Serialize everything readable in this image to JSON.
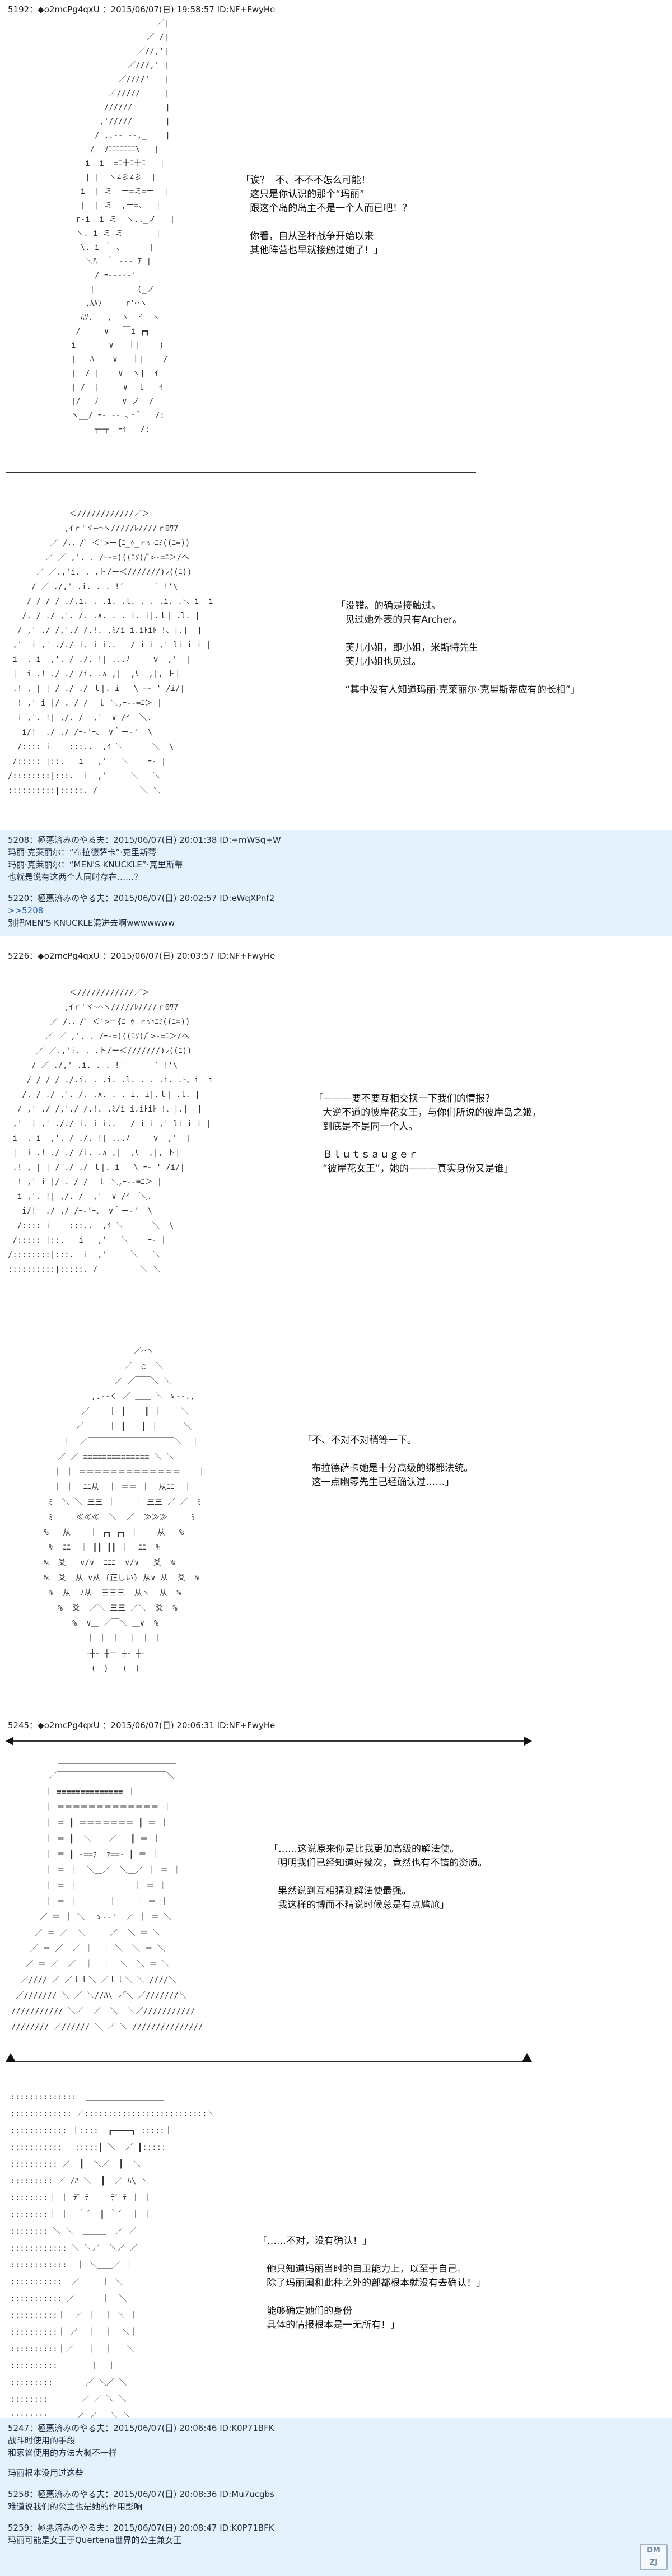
{
  "posts": [
    {
      "header": "5192：◆o2mcPg4qxU ：2015/06/07(日) 19:58:57 ID:NF+FwyHe",
      "dialogue": "「诶？  不、不不不怎么可能！\n   这只是你认识的那个“玛丽”\n   跟这个岛的岛主不是一个人而已吧！？\n\n   你看，自从圣杯战争开始以来\n   其他阵营也早就接触过她了！」"
    },
    {
      "dialogue": "「没错。的确是接触过。\n   见过她外表的只有Archer。\n\n   芙儿小姐，即小姐，米斯特先生\n   芙儿小姐也见过。\n\n   “其中没有人知道玛丽·克莱丽尔·克里斯蒂应有的长相”」"
    },
    {
      "dialogue": "「———要不要互相交换一下我们的情报？\n   大逆不道的彼岸花女王，与你们所说的彼岸岛之姬，\n   到底是不是同一个人。\n\n   Ｂｌｕｔｓａｕｇｅｒ\n   “彼岸花女王”，她的———真实身份又是谁」"
    },
    {
      "dialogue": "「不、不对不对稍等一下。\n\n   布拉德萨卡她是十分高级的绑都法统。\n   这一点幽零先生已经确认过……」"
    },
    {
      "header": "5245：◆o2mcPg4qxU ：2015/06/07(日) 20:06:31 ID:NF+FwyHe",
      "dialogue": "「……这说原来你是比我更加高级的解法使。\n   明明我们已经知道好幾次，竟然也有不错的资质。\n\n   果然说到互相猜测解法使最强。\n   我这样的博而不精说时候总是有点尴尬」"
    },
    {
      "dialogue": "「……不对，没有确认！」\n\n   他只知道玛丽当时的自卫能力上，以至于自己。\n   除了玛丽国和此种之外的部都根本就没有去确认！」\n\n   能够确定她们的身份\n   具体的情报根本是一无所有！」"
    }
  ],
  "responses_1": [
    "5208：極悪済みのやる夫：2015/06/07(日) 20:01:38 ID:+mWSq+W",
    "玛丽·克莱丽尔：“布拉德萨卡”·克里斯蒂",
    "玛丽·克莱丽尔：“MEN'S KNUCKLE”·克里斯蒂",
    "也就是说有这两个人同时存在……？",
    "",
    "5220：極悪済みのやる夫：2015/06/07(日) 20:02:57 ID:eWqXPnf2",
    ">>5208",
    "别把MEN'S KNUCKLE混进去啊wwwwwww"
  ],
  "header_mid": "5226：◆o2mcPg4qxU ：2015/06/07(日) 20:03:57 ID:NF+FwyHe",
  "responses_2": [
    "5247：極悪済みのやる夫：2015/06/07(日) 20:06:46 ID:K0P71BFK",
    "战斗时使用的手段",
    "和家督使用的方法大概不一样",
    "",
    "玛丽根本没用过这些",
    "",
    "5258：極悪済みのやる夫：2015/06/07(日) 20:08:36 ID:Mu7ucgbs",
    "难道说我们的公主也是她的作用影响",
    "",
    "5259：極悪済みのやる夫：2015/06/07(日) 20:08:47 ID:K0P71BFK",
    "玛丽可能是女王于Quertena世界的公主兼女王"
  ],
  "logo_text": "DM\nZJ",
  "art": {
    "a1": "                    ／|\n                  ／ /|\n                ／//,'|\n              ／///,' |\n            ／////'   |\n          ／/////     |\n         //////       |\n        ,'/////       |\n       / ,.-‐ ‐-,_    |\n      /  ｿﾆﾆﾆﾆﾆﾆﾆ\\   |\n     i  i  =ﾆ十ﾆ十ﾆ   |\n     | |  ヽ∠彡∠彡  |\n    i  | ミ  ー=ミ=ー  |\n    |  | ミ  ,ー=、  |\n   r‐i  i ミ  ヽ.._ノ   |\n   ヽ. i ミ ミ       |\n    \\. i ｀ ､      |\n     ＼ﾊ  ｀ ‐-‐ ｱ |\n       / ｰ‐---‐'\n      |         (_ノ\n     ,ﾑﾑｿ     r'⌒ヽ\n    ﾑｿ.   ,  ヽ  ｲ  ヽ\n   /     ∨   ￣i ┏┓\n  i       ∨   ｜|    )\n  |   ﾊ    ∨   ｜|    /\n  |  / |    ∨  ヽ|  ｲ\n  | /  |     ∨  ｌ   ｲ\n  |/   ﾉ     ∨ ノ  /\n  ヽ__/ ｰ- ‐‐ ､‐ﾞ   /:\n       ┬─┬  ｰｲ   /:",
    "a2": "             ＜////////////／＞\n            ,ｲｒ'ヾ~⌒ヽ/////ﾚ////ｒ0ﾜ7\n         ／ /．．/゜＜'>ー{ﾆ_ｩ_ｒｯｭﾆﾐ((ﾆ=))\n        ／ ／ ,'. . /ｰ‐=(((ﾆｿ)/ﾞ>-=ﾆ＞/へ\n      ／ ／.,'i. . .ト/ー＜///////)ﾚ((ﾆ))\n     / ／ ./,' .i. . . !′  ￣ ￣′ !'\\\n    / / / / ./.i. . .i. .l. . . .i. .ﾄ、i  i\n   /. / ./ ,'. /. .∧. . . i. i|.ｌ| .l. |\n  / ,' ./ /,'./ /.!. .ﾐ/i i.iﾄiﾄ !、|.|  |\n ,'  i ,' ././ i. i i..   / i i ,' li i i |\n i  . i  ,'. / ./. !| ...ﾉ     v  ,'  |\n |  i .! ./ ./ /i. .∧ ,|  ,ﾘ  ,|, ト|\n .! , | | / ./ ./ ｌ|. i   \\ ｰ‐ ' /i/|\n  ! ,' i |/ . / /  ｌ ＼,ｰ-‐=ﾆ＞ |\n  i ,'. !| ,/. /  ,'  ∨ /ｲ  ＼.\n   i/!  ./ ./ /ｰ-'ｰ、 ∨｀ー‐'  \\\n  /:::: i    :::..  ,ｲ ＼      ＼  \\\n /::::: |::.   i   ,'   ＼    ｰ‐ |\n/::::::::|:::.  i  ,'     ＼   ＼\n::::::::::|:::::. /         ＼ ＼",
    "a3": "             ＜////////////／＞\n            ,ｲｒ'ヾ~⌒ヽ/////ﾚ////ｒ0ﾜ7\n         ／ /．．/゜＜'>ー{ﾆ_ｩ_ｒｯｭﾆﾐ((ﾆ=))\n        ／ ／ ,'. . /ｰ‐=(((ﾆｿ)/ﾞ>-=ﾆ＞/へ\n      ／ ／.,'i. . .ト/ー＜///////)ﾚ((ﾆ))\n     / ／ ./,' .i. . . !′  ￣ ￣′ !'\\\n    / / / / ./.i. . .i. .l. . . .i. .ﾄ、i  i\n   /. / ./ ,'. /. .∧. . . i. i|.ｌ| .l. |\n  / ,' ./ /,'./ /.!. .ﾐ/i i.iﾄiﾄ !、|.|  |\n ,'  i ,' ././ i. i i..   / i i ,' li i i |\n i  . i  ,'. / ./. !| ...ﾉ     v  ,'  |\n |  i .! ./ ./ /i. .∧ ,|  ,ﾘ  ,|, ト|\n .! , | | / ./ ./ ｌ|. i   \\ ｰ‐ ' /i/|\n  ! ,' i |/ . / /  ｌ ＼,ｰ-‐=ﾆ＞ |\n  i ,'. !| ,/. /  ,'  ∨ /ｲ  ＼.\n   i/!  ./ ./ /ｰ-'ｰ、 ∨｀ー‐'  \\\n  /:::: i    :::..  ,ｲ ＼      ＼  \\\n /::::: |::.   i   ,'   ＼    ｰ‐ |\n/::::::::|:::.  i  ,'     ＼   ＼\n::::::::::|:::::. /         ＼ ＼",
    "a4": "                    ／⌒ヽ\n                  ／  ○  ＼\n                ／ ／￣￣＼ ＼\n           ,.-‐く ／ ＿＿ ＼ ゝ‐-.,\n         ／    ｜ ┃    ┃ ｜    ＼\n      ＿／  ＿＿｜ ┃＿＿┃ ｜＿＿  ＼＿\n     ｜  ／￣￣￣￣￣￣￣￣￣￣￣＼  ｜\n    ／ ／ ≡≡≡≡≡≡≡≡≡≡≡≡≡≡ ＼ ＼\n   ｜ ｜ ＝＝＝＝＝＝＝＝＝＝＝＝＝ ｜ ｜\n   ｜ ｜  ﾆﾆ从  ｜ ＝＝ ｜  从ﾆﾆ  ｜ ｜\n  ﾐ  ＼ ＼ 三三 ｜    ｜ 三三 ／ ／  ﾐ\n  ﾐ     ≪≪≪  ＼__／  ≫≫≫     ﾐ\n %   从    ｜ ┏┓ ┏┓ ｜    从   %\n  %  ﾆﾆ  ｜ ┃┃ ┃┃ ｜  ﾆﾆ  %\n %  爻   ∨/∨  ﾆﾆﾆ  ∨/∨   爻  %\n %  爻  从 ∨从 {正しい} 从∨ 从  爻  %\n  %  从  ﾉ从  三三三  从ヽ  从  %\n    %  爻  ／＼ 三三 ／＼  爻  %\n       %  ∨＿ ／￣＼ ＿∨  %\n          ｜ ｜ ｜  ｜ ｜ ｜\n          ｰ┼‐ ┼ー ┼‐ ┼ｰ\n           (＿)   (＿)",
    "a5": "          ＿＿＿＿＿＿＿＿＿＿＿＿＿＿＿\n        ／￣￣￣￣￣￣￣￣￣￣￣￣￣￣＼\n       ｜ ≡≡≡≡≡≡≡≡≡≡≡≡≡≡ ｜\n       ｜ ＝＝＝＝＝＝＝＝＝＝＝＝＝ ｜\n       ｜ ＝ ┃ ＝＝＝＝＝＝＝ ┃ ＝ ｜\n       ｜ ＝ ┃  ＼ ＿ ／   ┃ ＝ ｜\n       ｜ ＝ ┃ ‐==ｧ  ｧ==‐ ┃ ＝ ｜\n       ｜ ＝ ｜  ＼＿／  ＼＿／ ｜ ＝ ｜\n       ｜ ＝ ｜            ｜ ＝ ｜\n       ｜ ＝ ｜    ｜ ｜    ｜ ＝ ｜\n      ／ ＝ ｜ ＼  ゝ-‐'  ／ ｜ ＝ ＼\n     ／ ＝ ／  ＼ ＿＿ ／  ＼ ＝ ＼\n    ／ ＝ ／  ／ ｜  ｜ ＼  ＼ ＝ ＼\n   ／ ＝ ／  ／  ｜  ｜  ＼  ＼ ＝ ＼\n  ／//// ／ ／ｌｌ＼ ／ｌｌ＼ ＼ ////＼\n ／/////// ＼ ／ ＼//ﾊ\\ ／＼ ／///////＼\n/////////// ＼／  ／  ＼  ＼／///////////\n//////// ／////// ＼ ／ ＼ ///////////////",
    "a6": " ::::::::::::::  ＿＿＿＿＿＿＿＿＿＿\n ::::::::::::: ／::::::::::::::::::::::::::＼\n :::::::::::: ｜::::  ┏━━━━┓ :::::｜\n ::::::::::: ｜:::::┃ ＼  ／ ┃:::::｜\n :::::::::: ／  ┃  ＼／  ┃  ＼\n ::::::::: ／ /ﾊ ＼  ┃  ／ ﾊ\\ ＼\n ::::::::｜ ｜ ﾃ゜ﾃ  ｜ ﾃ゜ﾃ ｜ ｜\n ::::::::｜ ｜  ｀´  ┃ ｀´  ｜ ｜\n :::::::: ＼ ＼  ＿＿＿  ／ ／\n :::::::::::: ＼ ＼／  ＼／ ／\n ::::::::::::  ｜ ＼＿＿／ ｜\n :::::::::::  ／ ｜  ｜ ＼\n ::::::::::: ／  ｜  ｜  ＼\n ::::::::::｜  ／ ｜  ｜ ＼ ｜\n ::::::::::｜ ／  ｜  ｜  ＼｜\n ::::::::::｜／   ｜  ｜   ＼\n ::::::::::       ｜  ｜\n :::::::::       ／ ＼／ ＼\n ::::::::       ／ ／ ＼ ＼\n ::::::::      ／ ／   ＼ ＼\n :::::::      ＿/_/     ＼＼\n ::::::      ｜TT｜     ｜TT｜"
  }
}
